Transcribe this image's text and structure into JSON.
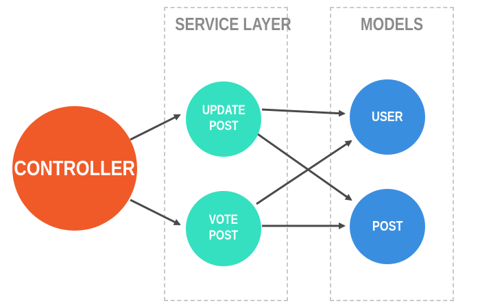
{
  "groups": {
    "service_layer": {
      "title": "SERVICE LAYER"
    },
    "models": {
      "title": "MODELS"
    }
  },
  "nodes": {
    "controller": {
      "label": "CONTROLLER",
      "color": "#f05a28"
    },
    "update_post": {
      "line1": "UPDATE",
      "line2": "POST",
      "color": "#34e0c0"
    },
    "vote_post": {
      "line1": "VOTE",
      "line2": "POST",
      "color": "#34e0c0"
    },
    "user": {
      "label": "USER",
      "color": "#3a8ee0"
    },
    "post": {
      "label": "POST",
      "color": "#3a8ee0"
    }
  },
  "colors": {
    "arrow": "#4a4a4a",
    "dashed_border": "#c9c9c9",
    "group_title": "#8a8a8a"
  }
}
